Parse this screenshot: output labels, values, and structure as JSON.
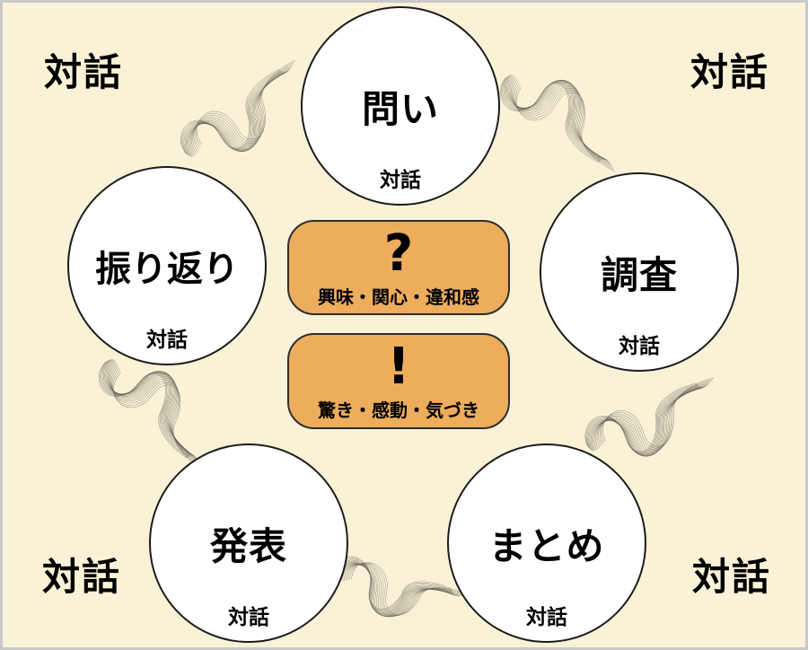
{
  "colors": {
    "background": "#FAF2D7",
    "frame_border": "#c9c9c9",
    "circle_fill": "#ffffff",
    "circle_border": "#1c1c1c",
    "box_fill": "#EDAD5C",
    "box_border": "#2e2e2e",
    "text": "#000000",
    "ribbon": "#55554a"
  },
  "corner_labels": {
    "top_left": "対話",
    "top_right": "対話",
    "bottom_left": "対話",
    "bottom_right": "対話"
  },
  "cycle_steps": [
    {
      "label": "問い",
      "sublabel": "対話",
      "position": "top"
    },
    {
      "label": "調査",
      "sublabel": "対話",
      "position": "right"
    },
    {
      "label": "まとめ",
      "sublabel": "対話",
      "position": "bottom-right"
    },
    {
      "label": "発表",
      "sublabel": "対話",
      "position": "bottom-left"
    },
    {
      "label": "振り返り",
      "sublabel": "対話",
      "position": "left"
    }
  ],
  "center_boxes": [
    {
      "symbol": "?",
      "caption": "興味・関心・違和感"
    },
    {
      "symbol": "!",
      "caption": "驚き・感動・気づき"
    }
  ]
}
